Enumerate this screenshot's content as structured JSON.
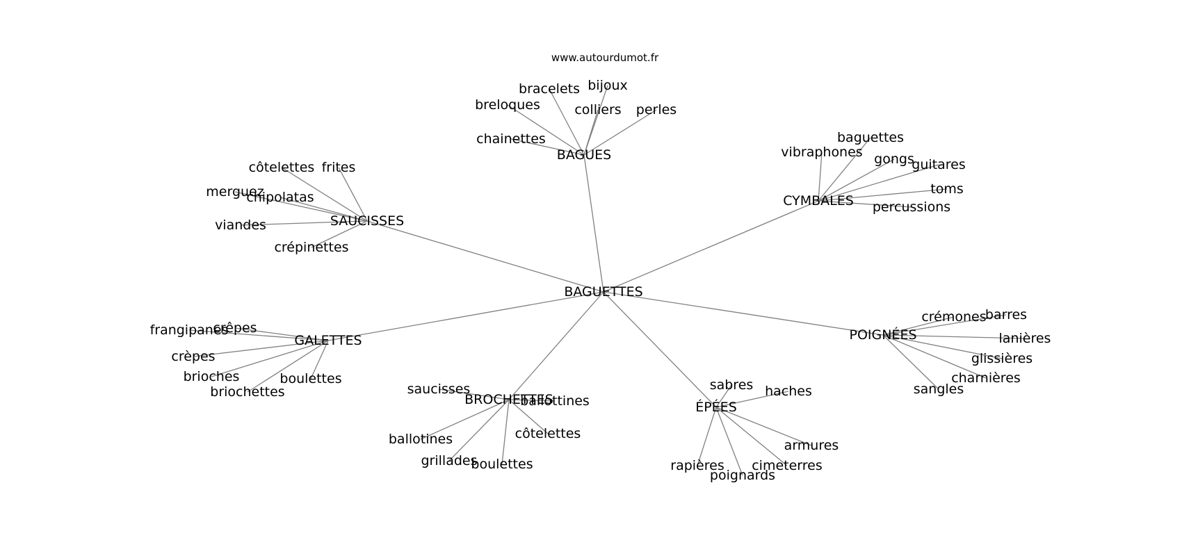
{
  "source": "www.autourdumot.fr",
  "root": "BAGUETTES",
  "clusters": [
    {
      "label": "BAGUES",
      "leaves": [
        "bracelets",
        "bijoux",
        "breloques",
        "colliers",
        "perles",
        "chainettes"
      ]
    },
    {
      "label": "SAUCISSES",
      "leaves": [
        "côtelettes",
        "frites",
        "merguez",
        "chipolatas",
        "viandes",
        "crépinettes"
      ]
    },
    {
      "label": "CYMBALES",
      "leaves": [
        "baguettes",
        "vibraphones",
        "gongs",
        "guitares",
        "toms",
        "percussions"
      ]
    },
    {
      "label": "GALETTES",
      "leaves": [
        "frangipanes",
        "crêpes",
        "crèpes",
        "brioches",
        "boulettes",
        "briochettes"
      ]
    },
    {
      "label": "POIGNÉES",
      "leaves": [
        "crémones",
        "barres",
        "lanières",
        "glissières",
        "charnières",
        "sangles"
      ]
    },
    {
      "label": "BROCHETTES",
      "leaves": [
        "saucisses",
        "ballottines",
        "ballotines",
        "côtelettes",
        "grillades",
        "boulettes"
      ]
    },
    {
      "label": "ÉPÉES",
      "leaves": [
        "sabres",
        "haches",
        "armures",
        "rapières",
        "cimeterres",
        "poignards"
      ]
    }
  ]
}
